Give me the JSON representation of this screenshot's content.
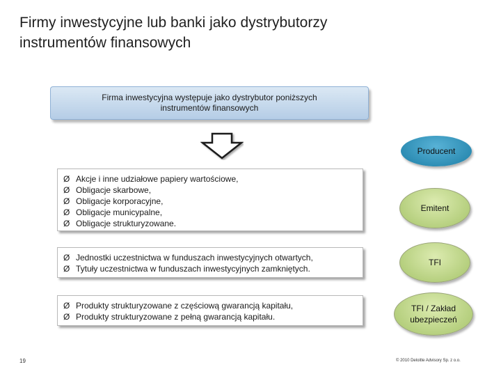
{
  "title": {
    "line1": "Firmy inwestycyjne lub banki jako dystrybutorzy",
    "line2": "instrumentów finansowych"
  },
  "header_box": {
    "line1": "Firma inwestycyjna występuje jako dystrybutor poniższych",
    "line2": "instrumentów finansowych"
  },
  "bullet_symbol": "Ø",
  "producer_label": "Producent",
  "groups": [
    {
      "items": [
        "Akcje i inne udziałowe papiery wartościowe,",
        "Obligacje skarbowe,",
        "Obligacje korporacyjne,",
        "Obligacje municypalne,",
        "Obligacje strukturyzowane."
      ],
      "producer_line1": "Emitent",
      "producer_line2": ""
    },
    {
      "items": [
        "Jednostki uczestnictwa w funduszach inwestycyjnych otwartych,",
        "Tytuły uczestnictwa w funduszach inwestycyjnych zamkniętych."
      ],
      "producer_line1": "TFI",
      "producer_line2": ""
    },
    {
      "items": [
        "Produkty strukturyzowane z częściową gwarancją kapitału,",
        "Produkty strukturyzowane z pełną gwarancją kapitału."
      ],
      "producer_line1": "TFI / Zakład",
      "producer_line2": "ubezpieczeń"
    }
  ],
  "footer": {
    "page_number": "19",
    "copyright": "© 2010 Deloitte Advisory Sp. z o.o."
  }
}
